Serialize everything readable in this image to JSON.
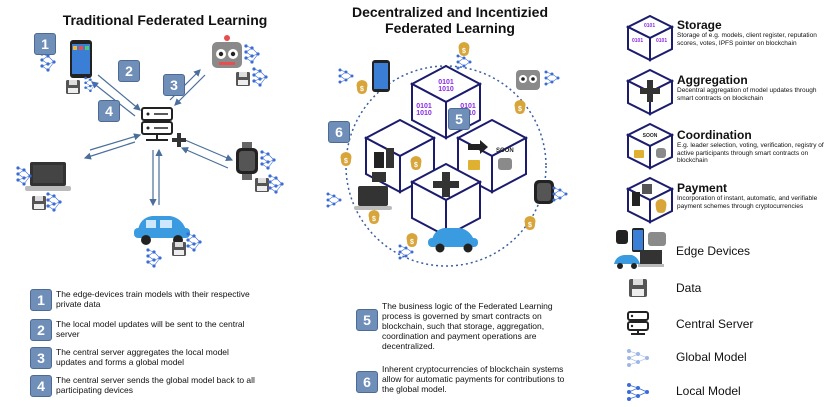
{
  "left": {
    "title": "Traditional Federated Learning",
    "badges": [
      "1",
      "2",
      "3",
      "4"
    ],
    "steps": [
      {
        "num": "1",
        "text": "The edge-devices train models with their respective private data"
      },
      {
        "num": "2",
        "text": "The local model updates will be sent to the central server"
      },
      {
        "num": "3",
        "text": "The central server aggregates the local model updates and forms a global model"
      },
      {
        "num": "4",
        "text": "The central server sends the global model back to all participating devices"
      }
    ]
  },
  "center": {
    "title_line1": "Decentralized and Incentizied",
    "title_line2": "Federated Learning",
    "binary": "0101\n1010",
    "soon": "SOON",
    "badge5": "5",
    "badge6": "6",
    "steps": [
      {
        "num": "5",
        "text": "The business logic of the Federated Learning process is governed by smart contracts on blockchain, such that storage, aggregation, coordination and payment operations are decentralized."
      },
      {
        "num": "6",
        "text": "Inherent cryptocurrencies of blockchain systems allow for automatic payments for contributions to the global model."
      }
    ]
  },
  "legend": {
    "storage": {
      "title": "Storage",
      "desc": "Storage of e.g. models, client register, reputation scores, votes, IPFS pointer on blockchain"
    },
    "aggregation": {
      "title": "Aggregation",
      "desc": "Decentral aggregation of model updates through smart contracts on blockchain"
    },
    "coordination": {
      "title": "Coordination",
      "desc": "E.g. leader selection, voting, verification, registry of active participants through smart contracts on blockchain"
    },
    "payment": {
      "title": "Payment",
      "desc": "Incorporation of instant, automatic, and verifiable payment schemes through cryptocurrencies"
    },
    "items": [
      {
        "icon": "edge-devices-icon",
        "label": "Edge Devices"
      },
      {
        "icon": "floppy-disk-icon",
        "label": "Data"
      },
      {
        "icon": "server-icon",
        "label": "Central Server"
      },
      {
        "icon": "global-model-icon",
        "label": "Global Model"
      },
      {
        "icon": "local-model-icon",
        "label": "Local Model"
      }
    ]
  },
  "colors": {
    "badge": "#6f8fb8",
    "arrow": "#4a6f9a",
    "cube": "#1c1c6e",
    "network": "#3a6bd6"
  }
}
